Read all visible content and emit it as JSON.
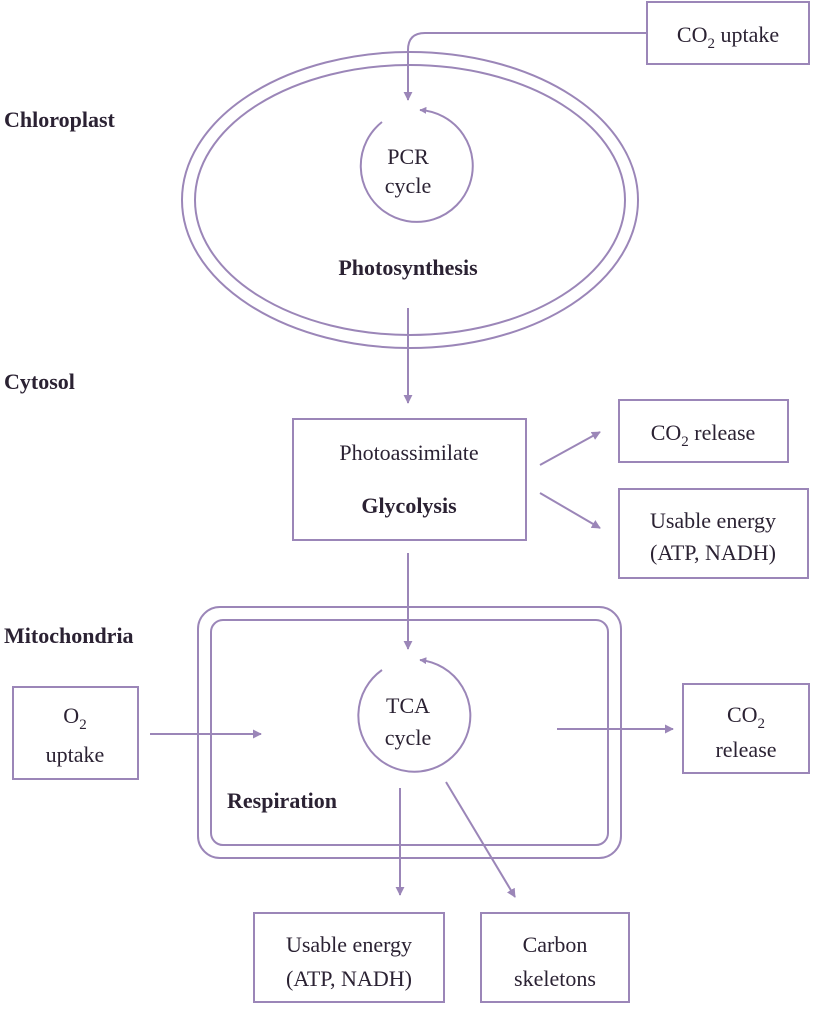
{
  "colors": {
    "stroke": "#9b86b8",
    "text": "#2b2233",
    "background": "#ffffff"
  },
  "regions": {
    "chloroplast": "Chloroplast",
    "cytosol": "Cytosol",
    "mitochondria": "Mitochondria"
  },
  "processes": {
    "photosynthesis": "Photosynthesis",
    "glycolysis": "Glycolysis",
    "respiration": "Respiration"
  },
  "cycles": {
    "pcr": {
      "line1": "PCR",
      "line2": "cycle"
    },
    "tca": {
      "line1": "TCA",
      "line2": "cycle"
    }
  },
  "boxes": {
    "co2_uptake": {
      "prefix": "CO",
      "sub": "2",
      "suffix": " uptake"
    },
    "photoassimilate": "Photoassimilate",
    "co2_release_top": {
      "prefix": "CO",
      "sub": "2",
      "suffix": " release"
    },
    "usable_energy_top": {
      "line1": "Usable energy",
      "line2": "(ATP, NADH)"
    },
    "o2_uptake": {
      "prefix": "O",
      "sub": "2",
      "line2": "uptake"
    },
    "co2_release_right": {
      "prefix": "CO",
      "sub": "2",
      "line2": "release"
    },
    "usable_energy_bottom": {
      "line1": "Usable energy",
      "line2": "(ATP, NADH)"
    },
    "carbon_skeletons": {
      "line1": "Carbon",
      "line2": "skeletons"
    }
  }
}
